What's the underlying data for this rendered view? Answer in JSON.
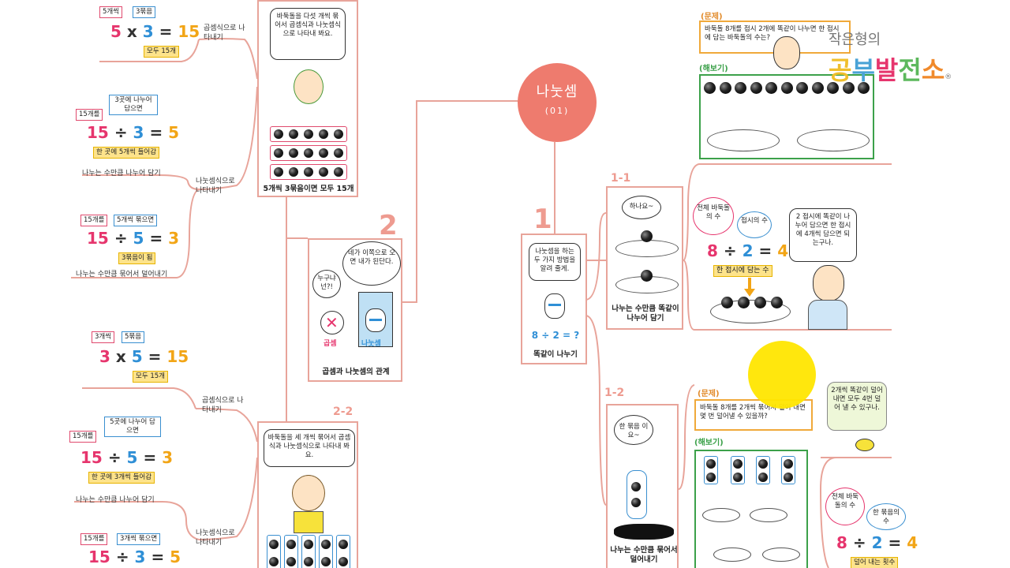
{
  "hub": {
    "title": "나눗셈",
    "sub": "(01)"
  },
  "branch_numbers": {
    "n1": "1",
    "n2": "2",
    "n1_1": "1-1",
    "n1_2": "1-2",
    "n2_2": "2-2"
  },
  "card_equal": {
    "speech": "나눗셈을 하는 두 가지 방법을 알려 줄게.",
    "equation": "8 ÷ 2 = ?",
    "caption": "똑같이 나누기"
  },
  "card_1_1": {
    "speech": "하나요~",
    "caption": "나누는 수만큼 똑같이 나누어 담기"
  },
  "card_1_2": {
    "speech": "한 묶음 이요~",
    "caption": "나누는 수만큼 묶어서 덜어내기"
  },
  "problem_top": {
    "label": "(문제)",
    "text": "바둑돌 8개를 접시 2개에 똑같이 나누면 한 접시에 담는 바둑돌의 수는?",
    "work_label": "(해보기)"
  },
  "problem_bottom": {
    "label": "(문제)",
    "text": "바둑돌 8개를 2개씩 묶어서 덜어 내면 몇 번 덜어낼 수 있을까?",
    "work_label": "(해보기)"
  },
  "eq_1_1": {
    "tag_total": "전체 바둑돌의 수",
    "tag_plates": "접시의 수",
    "a": "8",
    "op": "÷",
    "b": "2",
    "eq": "=",
    "c": "4",
    "result_tag": "한 접시에 담는 수",
    "speech": "2 접시에 똑같이 나누어 담으면 한 접시에 4개씩 담으면 되는구나."
  },
  "eq_1_2": {
    "tag_total": "전체 바둑돌의 수",
    "tag_group": "한 묶음의 수",
    "a": "8",
    "op": "÷",
    "b": "2",
    "eq": "=",
    "c": "4",
    "result_tag": "덜어 내는 횟수",
    "speech": "2개씩 똑같이 덜어 내면 모두 4번 덜어 낼 수 있구나."
  },
  "card_relation": {
    "speech_left": "누구냐 넌?!",
    "speech_right": "네가 이쪽으로 오면 내가 된단다.",
    "label_mul": "곱셈",
    "label_div": "나눗셈",
    "caption": "곱셈과 나눗셈의 관계"
  },
  "card_2_1": {
    "speech": "바둑돌을 다섯 개씩 묶어서 곱셈식과 나눗셈식으로 나타내 봐요.",
    "caption": "5개씩 3묶음이면 모두 15개"
  },
  "card_2_2": {
    "speech": "바둑돌을 세 개씩 묶어서 곱셈식과 나눗셈식으로 나타내 봐요."
  },
  "left_top": {
    "mul": {
      "tag_a": "5개씩",
      "tag_b": "3묶음",
      "a": "5",
      "op": "x",
      "b": "3",
      "eq": "=",
      "c": "15",
      "result": "모두 15개",
      "note": "곱셈식으로 나타내기"
    },
    "div1": {
      "tag_a": "15개를",
      "tag_b": "3곳에 나누어 담으면",
      "a": "15",
      "op": "÷",
      "b": "3",
      "eq": "=",
      "c": "5",
      "result": "한 곳에 5개씩 들어감",
      "note": "나누는 수만큼 나누어 담기"
    },
    "div_note": "나눗셈식으로 나타내기",
    "div2": {
      "tag_a": "15개를",
      "tag_b": "5개씩 묶으면",
      "a": "15",
      "op": "÷",
      "b": "5",
      "eq": "=",
      "c": "3",
      "result": "3묶음이 됨",
      "note": "나누는 수만큼 묶어서 덜어내기"
    }
  },
  "left_bottom": {
    "mul": {
      "tag_a": "3개씩",
      "tag_b": "5묶음",
      "a": "3",
      "op": "x",
      "b": "5",
      "eq": "=",
      "c": "15",
      "result": "모두 15개",
      "note": "곱셈식으로 나타내기"
    },
    "div1": {
      "tag_a": "15개를",
      "tag_b": "5곳에 나누어 담으면",
      "a": "15",
      "op": "÷",
      "b": "5",
      "eq": "=",
      "c": "3",
      "result": "한 곳에 3개씩 들어감",
      "note": "나누는 수만큼 나누어 담기"
    },
    "div_note": "나눗셈식으로 나타내기",
    "div2": {
      "tag_a": "15개를",
      "tag_b": "3개씩 묶으면",
      "a": "15",
      "op": "÷",
      "b": "3",
      "eq": "=",
      "c": "5"
    }
  },
  "brand": {
    "top": "작은형의",
    "main_1": "공",
    "main_2": "부",
    "main_3": "발",
    "main_4": "전",
    "main_5": "소",
    "mark": "®"
  },
  "colors": {
    "wire": "#e8a49a",
    "hub": "#ee7b6e",
    "pink": "#e6356d",
    "blue": "#2f8fd6",
    "orange": "#f2a516",
    "green": "#3ca14a"
  }
}
